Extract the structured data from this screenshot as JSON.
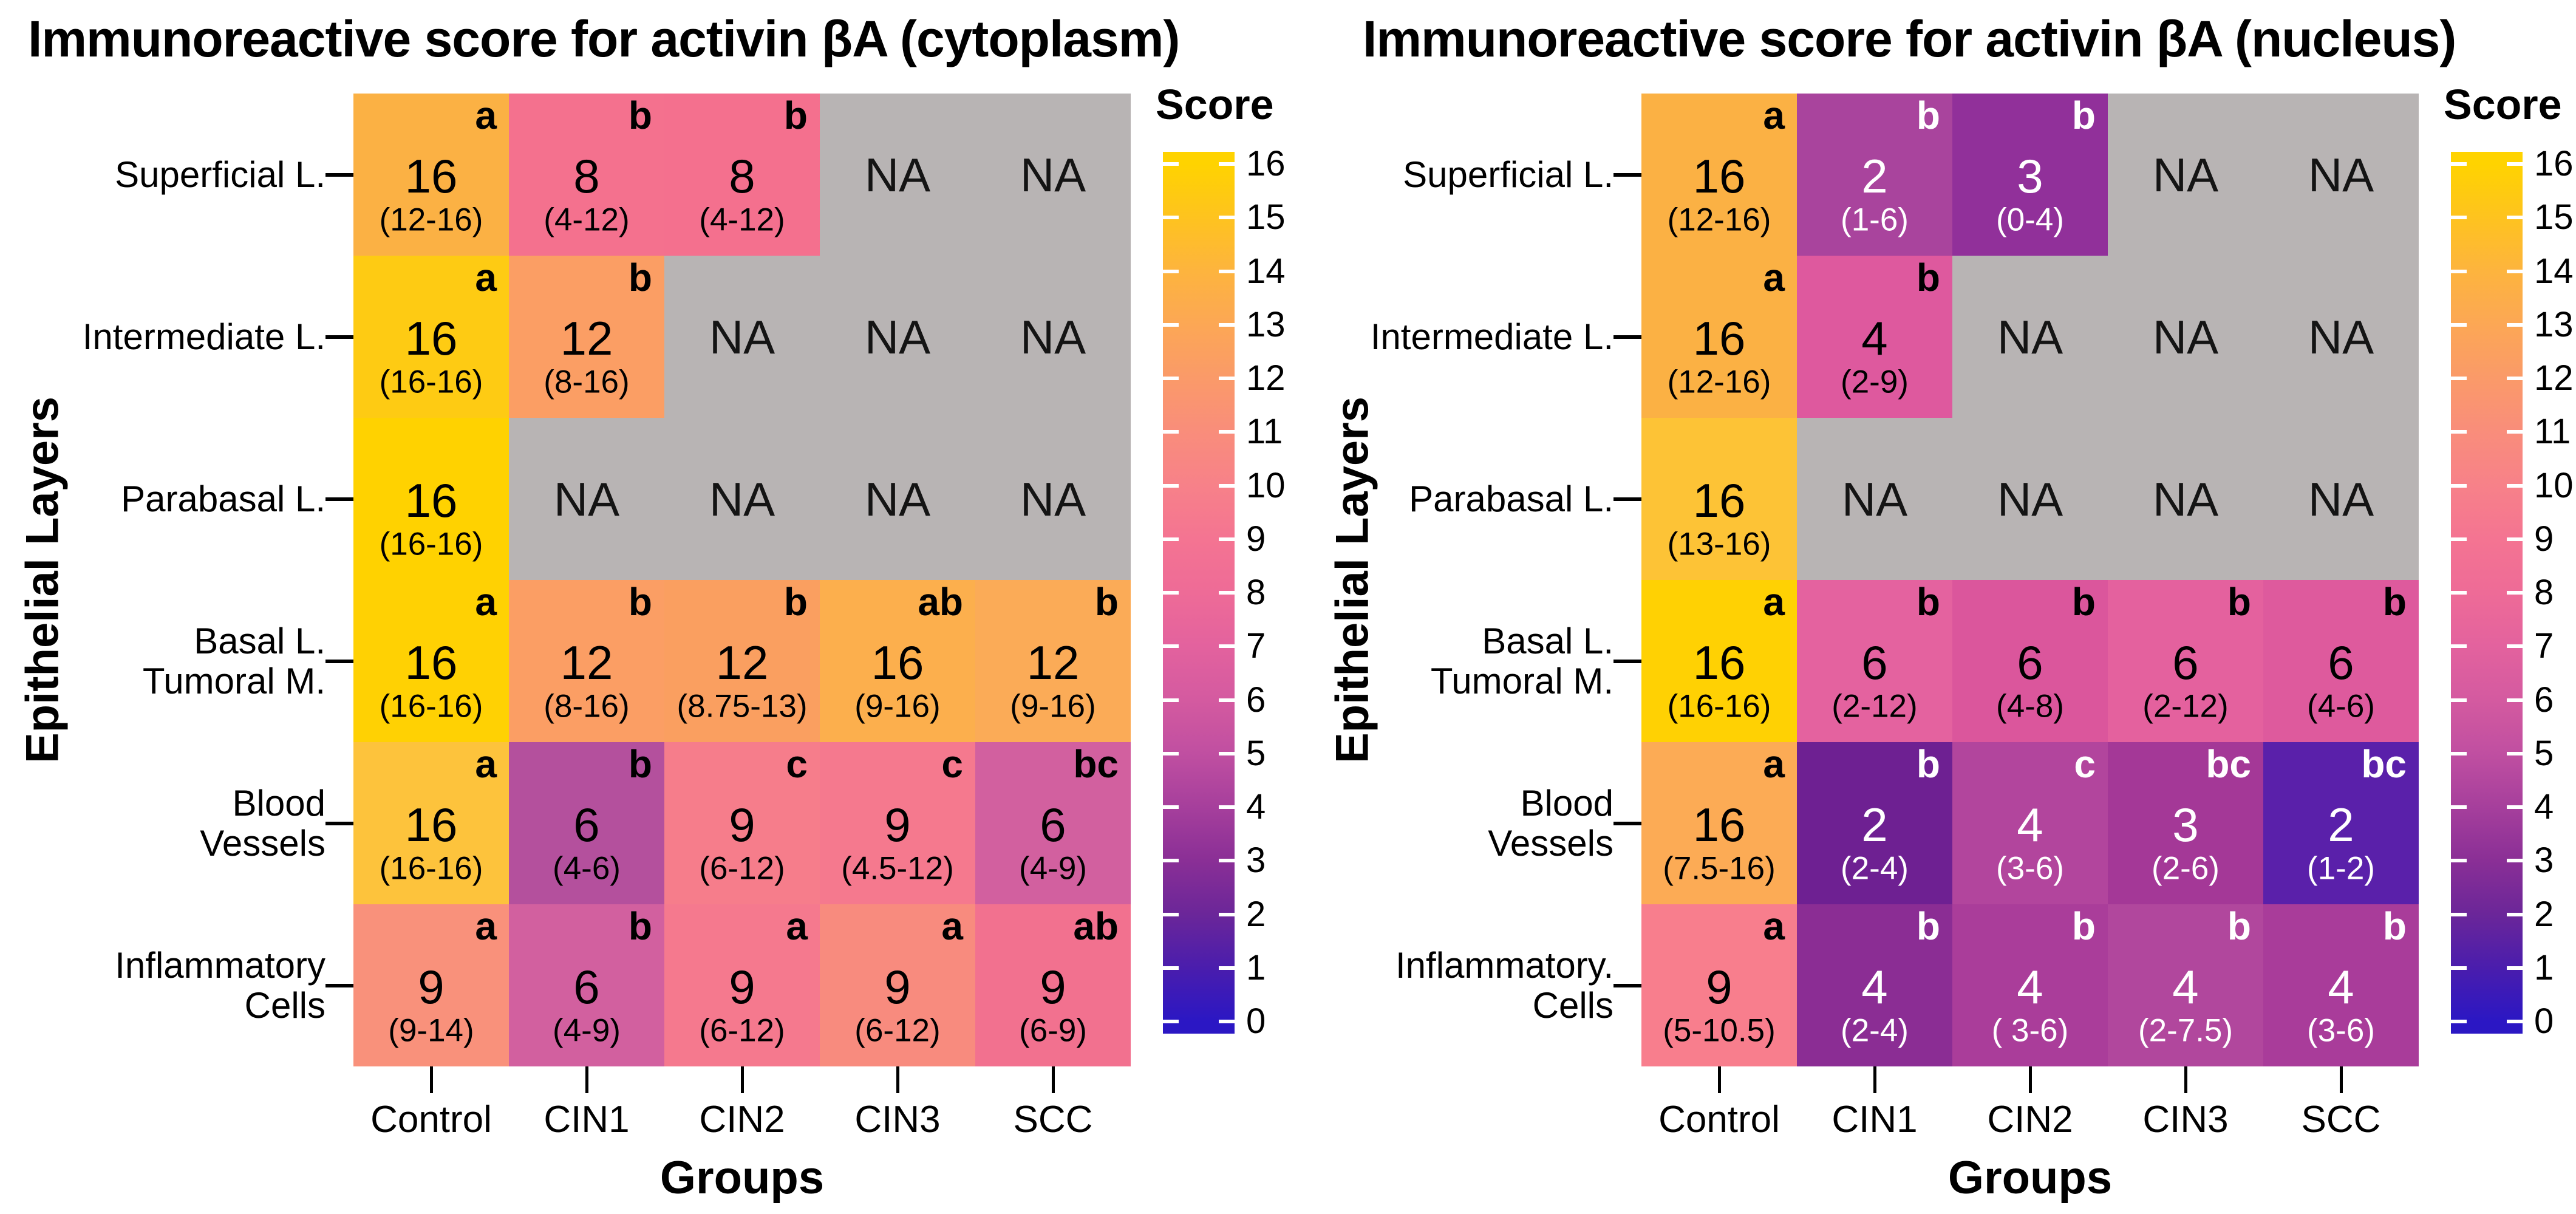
{
  "colors": {
    "background": "#FFFFFF",
    "na_cell": "#B8B4B4",
    "na_text": "#141414",
    "gradient": [
      {
        "v": 16,
        "hex": "#FFD300"
      },
      {
        "v": 15,
        "hex": "#FEC31F"
      },
      {
        "v": 14,
        "hex": "#FDB43E"
      },
      {
        "v": 13,
        "hex": "#FCA755"
      },
      {
        "v": 12,
        "hex": "#FA9A69"
      },
      {
        "v": 11,
        "hex": "#F98D7B"
      },
      {
        "v": 10,
        "hex": "#F78189"
      },
      {
        "v": 9,
        "hex": "#F47492"
      },
      {
        "v": 8,
        "hex": "#EE6B97"
      },
      {
        "v": 7,
        "hex": "#E3629E"
      },
      {
        "v": 6,
        "hex": "#D45AA0"
      },
      {
        "v": 5,
        "hex": "#C04FA1"
      },
      {
        "v": 4,
        "hex": "#A63F9C"
      },
      {
        "v": 3,
        "hex": "#8A2F96"
      },
      {
        "v": 2,
        "hex": "#6B2699"
      },
      {
        "v": 1,
        "hex": "#4A1DAD"
      },
      {
        "v": 0,
        "hex": "#2B17C4"
      }
    ]
  },
  "panels": [
    {
      "title": "Immunoreactive score for activin βA (cytoplasm)",
      "x_axis": {
        "title": "Groups",
        "labels": [
          "Control",
          "CIN1",
          "CIN2",
          "CIN3",
          "SCC"
        ]
      },
      "y_axis": {
        "title": "Epithelial Layers"
      },
      "legend": {
        "title": "Score",
        "ticks": [
          "16",
          "15",
          "14",
          "13",
          "12",
          "11",
          "10",
          "9",
          "8",
          "7",
          "6",
          "5",
          "4",
          "3",
          "2",
          "1",
          "0"
        ]
      },
      "rows": [
        {
          "label": [
            "Superficial L."
          ],
          "cells": [
            {
              "median": "16",
              "range": "(12-16)",
              "letter": "a",
              "bg": "#FBB144",
              "fg": "#000000"
            },
            {
              "median": "8",
              "range": "(4-12)",
              "letter": "b",
              "bg": "#F4718E",
              "fg": "#000000"
            },
            {
              "median": "8",
              "range": "(4-12)",
              "letter": "b",
              "bg": "#F4708E",
              "fg": "#000000"
            },
            {
              "median": "NA",
              "range": "",
              "letter": "",
              "na": true
            },
            {
              "median": "NA",
              "range": "",
              "letter": "",
              "na": true
            }
          ]
        },
        {
          "label": [
            "Intermediate L."
          ],
          "cells": [
            {
              "median": "16",
              "range": "(16-16)",
              "letter": "a",
              "bg": "#FECB13",
              "fg": "#000000"
            },
            {
              "median": "12",
              "range": "(8-16)",
              "letter": "b",
              "bg": "#FB9E64",
              "fg": "#000000"
            },
            {
              "median": "NA",
              "range": "",
              "letter": "",
              "na": true
            },
            {
              "median": "NA",
              "range": "",
              "letter": "",
              "na": true
            },
            {
              "median": "NA",
              "range": "",
              "letter": "",
              "na": true
            }
          ]
        },
        {
          "label": [
            "Parabasal L."
          ],
          "cells": [
            {
              "median": "16",
              "range": "(16-16)",
              "letter": "",
              "bg": "#FFD200",
              "fg": "#000000"
            },
            {
              "median": "NA",
              "range": "",
              "letter": "",
              "na": true
            },
            {
              "median": "NA",
              "range": "",
              "letter": "",
              "na": true
            },
            {
              "median": "NA",
              "range": "",
              "letter": "",
              "na": true
            },
            {
              "median": "NA",
              "range": "",
              "letter": "",
              "na": true
            }
          ]
        },
        {
          "label": [
            "Basal L.",
            "Tumoral M."
          ],
          "cells": [
            {
              "median": "16",
              "range": "(16-16)",
              "letter": "a",
              "bg": "#FFD103",
              "fg": "#000000"
            },
            {
              "median": "12",
              "range": "(8-16)",
              "letter": "b",
              "bg": "#FB9E64",
              "fg": "#000000"
            },
            {
              "median": "12",
              "range": "(8.75-13)",
              "letter": "b",
              "bg": "#FA9F60",
              "fg": "#000000"
            },
            {
              "median": "16",
              "range": "(9-16)",
              "letter": "ab",
              "bg": "#FCAF4D",
              "fg": "#000000"
            },
            {
              "median": "12",
              "range": "(9-16)",
              "letter": "b",
              "bg": "#FBAB57",
              "fg": "#000000"
            }
          ]
        },
        {
          "label": [
            "Blood",
            "Vessels"
          ],
          "cells": [
            {
              "median": "16",
              "range": "(16-16)",
              "letter": "a",
              "bg": "#FDC33C",
              "fg": "#000000"
            },
            {
              "median": "6",
              "range": "(4-6)",
              "letter": "b",
              "bg": "#B4509D",
              "fg": "#000000"
            },
            {
              "median": "9",
              "range": "(6-12)",
              "letter": "c",
              "bg": "#F67D8B",
              "fg": "#000000"
            },
            {
              "median": "9",
              "range": "(4.5-12)",
              "letter": "c",
              "bg": "#F5798E",
              "fg": "#000000"
            },
            {
              "median": "6",
              "range": "(4-9)",
              "letter": "bc",
              "bg": "#D2609F",
              "fg": "#000000"
            }
          ]
        },
        {
          "label": [
            "Inflammatory",
            "Cells"
          ],
          "cells": [
            {
              "median": "9",
              "range": "(9-14)",
              "letter": "a",
              "bg": "#F9917B",
              "fg": "#000000"
            },
            {
              "median": "6",
              "range": "(4-9)",
              "letter": "b",
              "bg": "#D2609F",
              "fg": "#000000"
            },
            {
              "median": "9",
              "range": "(6-12)",
              "letter": "a",
              "bg": "#F5798E",
              "fg": "#000000"
            },
            {
              "median": "9",
              "range": "(6-12)",
              "letter": "a",
              "bg": "#F88B7E",
              "fg": "#000000"
            },
            {
              "median": "9",
              "range": "(6-9)",
              "letter": "ab",
              "bg": "#F2718F",
              "fg": "#000000"
            }
          ]
        }
      ]
    },
    {
      "title": "Immunoreactive score for activin βA (nucleus)",
      "x_axis": {
        "title": "Groups",
        "labels": [
          "Control",
          "CIN1",
          "CIN2",
          "CIN3",
          "SCC"
        ]
      },
      "y_axis": {
        "title": "Epithelial Layers"
      },
      "legend": {
        "title": "Score",
        "ticks": [
          "16",
          "15",
          "14",
          "13",
          "12",
          "11",
          "10",
          "9",
          "8",
          "7",
          "6",
          "5",
          "4",
          "3",
          "2",
          "1",
          "0"
        ]
      },
      "rows": [
        {
          "label": [
            "Superficial L."
          ],
          "cells": [
            {
              "median": "16",
              "range": "(12-16)",
              "letter": "a",
              "bg": "#FBB144",
              "fg": "#000000"
            },
            {
              "median": "2",
              "range": "(1-6)",
              "letter": "b",
              "bg": "#A9449D",
              "fg": "#FFFFFF"
            },
            {
              "median": "3",
              "range": "(0-4)",
              "letter": "b",
              "bg": "#91309A",
              "fg": "#FFFFFF"
            },
            {
              "median": "NA",
              "range": "",
              "letter": "",
              "na": true
            },
            {
              "median": "NA",
              "range": "",
              "letter": "",
              "na": true
            }
          ]
        },
        {
          "label": [
            "Intermediate L."
          ],
          "cells": [
            {
              "median": "16",
              "range": "(12-16)",
              "letter": "a",
              "bg": "#FBB144",
              "fg": "#000000"
            },
            {
              "median": "4",
              "range": "(2-9)",
              "letter": "b",
              "bg": "#DE599E",
              "fg": "#000000"
            },
            {
              "median": "NA",
              "range": "",
              "letter": "",
              "na": true
            },
            {
              "median": "NA",
              "range": "",
              "letter": "",
              "na": true
            },
            {
              "median": "NA",
              "range": "",
              "letter": "",
              "na": true
            }
          ]
        },
        {
          "label": [
            "Parabasal L."
          ],
          "cells": [
            {
              "median": "16",
              "range": "(13-16)",
              "letter": "",
              "bg": "#FDC336",
              "fg": "#000000"
            },
            {
              "median": "NA",
              "range": "",
              "letter": "",
              "na": true
            },
            {
              "median": "NA",
              "range": "",
              "letter": "",
              "na": true
            },
            {
              "median": "NA",
              "range": "",
              "letter": "",
              "na": true
            },
            {
              "median": "NA",
              "range": "",
              "letter": "",
              "na": true
            }
          ]
        },
        {
          "label": [
            "Basal L.",
            "Tumoral M."
          ],
          "cells": [
            {
              "median": "16",
              "range": "(16-16)",
              "letter": "a",
              "bg": "#FFD103",
              "fg": "#000000"
            },
            {
              "median": "6",
              "range": "(2-12)",
              "letter": "b",
              "bg": "#E4629F",
              "fg": "#000000"
            },
            {
              "median": "6",
              "range": "(4-8)",
              "letter": "b",
              "bg": "#DB569C",
              "fg": "#000000"
            },
            {
              "median": "6",
              "range": "(2-12)",
              "letter": "b",
              "bg": "#E4619E",
              "fg": "#000000"
            },
            {
              "median": "6",
              "range": "(4-6)",
              "letter": "b",
              "bg": "#DE5A9D",
              "fg": "#000000"
            }
          ]
        },
        {
          "label": [
            "Blood",
            "Vessels"
          ],
          "cells": [
            {
              "median": "16",
              "range": "(7.5-16)",
              "letter": "a",
              "bg": "#FCAB55",
              "fg": "#000000"
            },
            {
              "median": "2",
              "range": "(2-4)",
              "letter": "b",
              "bg": "#6E2092",
              "fg": "#FFFFFF"
            },
            {
              "median": "4",
              "range": "(3-6)",
              "letter": "c",
              "bg": "#B2459D",
              "fg": "#FFFFFF"
            },
            {
              "median": "3",
              "range": "(2-6)",
              "letter": "bc",
              "bg": "#A43897",
              "fg": "#FFFFFF"
            },
            {
              "median": "2",
              "range": "(1-2)",
              "letter": "bc",
              "bg": "#5A20AA",
              "fg": "#FFFFFF"
            }
          ]
        },
        {
          "label": [
            "Inflammatory.",
            "Cells"
          ],
          "cells": [
            {
              "median": "9",
              "range": "(5-10.5)",
              "letter": "a",
              "bg": "#F87E8D",
              "fg": "#000000"
            },
            {
              "median": "4",
              "range": "(2-4)",
              "letter": "b",
              "bg": "#8B2D94",
              "fg": "#FFFFFF"
            },
            {
              "median": "4",
              "range": "( 3-6)",
              "letter": "b",
              "bg": "#AA3D9A",
              "fg": "#FFFFFF"
            },
            {
              "median": "4",
              "range": "(2-7.5)",
              "letter": "b",
              "bg": "#B1479D",
              "fg": "#FFFFFF"
            },
            {
              "median": "4",
              "range": "(3-6)",
              "letter": "b",
              "bg": "#A93C9A",
              "fg": "#FFFFFF"
            }
          ]
        }
      ]
    }
  ],
  "chart_data": [
    {
      "type": "heatmap",
      "title": "Immunoreactive score for activin βA (cytoplasm)",
      "xlabel": "Groups",
      "ylabel": "Epithelial Layers",
      "x": [
        "Control",
        "CIN1",
        "CIN2",
        "CIN3",
        "SCC"
      ],
      "y": [
        "Superficial L.",
        "Intermediate L.",
        "Parabasal L.",
        "Basal L. Tumoral M.",
        "Blood Vessels",
        "Inflammatory Cells"
      ],
      "values_median": [
        [
          16,
          8,
          8,
          null,
          null
        ],
        [
          16,
          12,
          null,
          null,
          null
        ],
        [
          16,
          null,
          null,
          null,
          null
        ],
        [
          16,
          12,
          12,
          16,
          12
        ],
        [
          16,
          6,
          9,
          9,
          6
        ],
        [
          9,
          6,
          9,
          9,
          9
        ]
      ],
      "ranges": [
        [
          "12-16",
          "4-12",
          "4-12",
          null,
          null
        ],
        [
          "16-16",
          "8-16",
          null,
          null,
          null
        ],
        [
          "16-16",
          null,
          null,
          null,
          null
        ],
        [
          "16-16",
          "8-16",
          "8.75-13",
          "9-16",
          "9-16"
        ],
        [
          "16-16",
          "4-6",
          "6-12",
          "4.5-12",
          "4-9"
        ],
        [
          "9-14",
          "4-9",
          "6-12",
          "6-12",
          "6-9"
        ]
      ],
      "sig_letters": [
        [
          "a",
          "b",
          "b",
          null,
          null
        ],
        [
          "a",
          "b",
          null,
          null,
          null
        ],
        [
          null,
          null,
          null,
          null,
          null
        ],
        [
          "a",
          "b",
          "b",
          "ab",
          "b"
        ],
        [
          "a",
          "b",
          "c",
          "c",
          "bc"
        ],
        [
          "a",
          "b",
          "a",
          "a",
          "ab"
        ]
      ],
      "colorbar": {
        "title": "Score",
        "min": 0,
        "max": 16
      },
      "na_label": "NA",
      "legend_position": "right",
      "grid": false
    },
    {
      "type": "heatmap",
      "title": "Immunoreactive score for activin βA (nucleus)",
      "xlabel": "Groups",
      "ylabel": "Epithelial Layers",
      "x": [
        "Control",
        "CIN1",
        "CIN2",
        "CIN3",
        "SCC"
      ],
      "y": [
        "Superficial L.",
        "Intermediate L.",
        "Parabasal L.",
        "Basal L. Tumoral M.",
        "Blood Vessels",
        "Inflammatory. Cells"
      ],
      "values_median": [
        [
          16,
          2,
          3,
          null,
          null
        ],
        [
          16,
          4,
          null,
          null,
          null
        ],
        [
          16,
          null,
          null,
          null,
          null
        ],
        [
          16,
          6,
          6,
          6,
          6
        ],
        [
          16,
          2,
          4,
          3,
          2
        ],
        [
          9,
          4,
          4,
          4,
          4
        ]
      ],
      "ranges": [
        [
          "12-16",
          "1-6",
          "0-4",
          null,
          null
        ],
        [
          "12-16",
          "2-9",
          null,
          null,
          null
        ],
        [
          "13-16",
          null,
          null,
          null,
          null
        ],
        [
          "16-16",
          "2-12",
          "4-8",
          "2-12",
          "4-6"
        ],
        [
          "7.5-16",
          "2-4",
          "3-6",
          "2-6",
          "1-2"
        ],
        [
          "5-10.5",
          "2-4",
          "3-6",
          "2-7.5",
          "3-6"
        ]
      ],
      "sig_letters": [
        [
          "a",
          "b",
          "b",
          null,
          null
        ],
        [
          "a",
          "b",
          null,
          null,
          null
        ],
        [
          null,
          null,
          null,
          null,
          null
        ],
        [
          "a",
          "b",
          "b",
          "b",
          "b"
        ],
        [
          "a",
          "b",
          "c",
          "bc",
          "bc"
        ],
        [
          "a",
          "b",
          "b",
          "b",
          "b"
        ]
      ],
      "colorbar": {
        "title": "Score",
        "min": 0,
        "max": 16
      },
      "na_label": "NA",
      "legend_position": "right",
      "grid": false
    }
  ]
}
